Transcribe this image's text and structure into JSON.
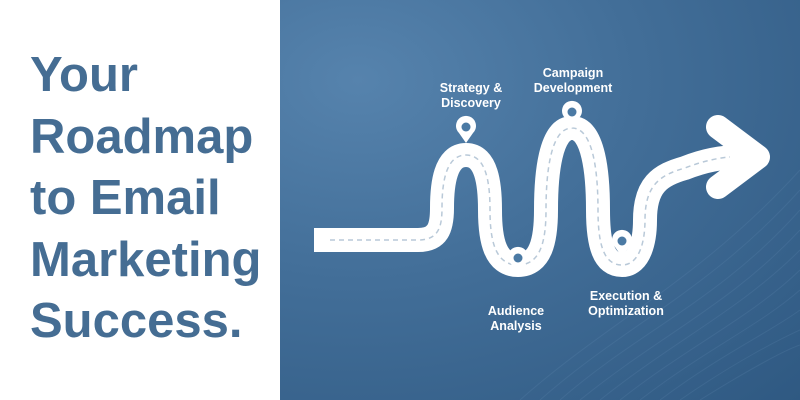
{
  "headline": {
    "lines": [
      "Your",
      "Roadmap",
      "to Email",
      "Marketing",
      "Success."
    ]
  },
  "milestones": [
    {
      "id": "strategy",
      "lines": [
        "Strategy &",
        "Discovery"
      ]
    },
    {
      "id": "campaign",
      "lines": [
        "Campaign",
        "Development"
      ]
    },
    {
      "id": "audience",
      "lines": [
        "Audience",
        "Analysis"
      ]
    },
    {
      "id": "execution",
      "lines": [
        "Execution &",
        "Optimization"
      ]
    }
  ],
  "colors": {
    "headline": "#456d93",
    "panel_background": "#426e98",
    "road": "#ffffff",
    "road_dash": "#b9c9d8",
    "pin": "#ffffff",
    "pin_dot": "#4b7aa4"
  },
  "icons": [
    "map-pin-icon",
    "arrow-head-icon"
  ]
}
